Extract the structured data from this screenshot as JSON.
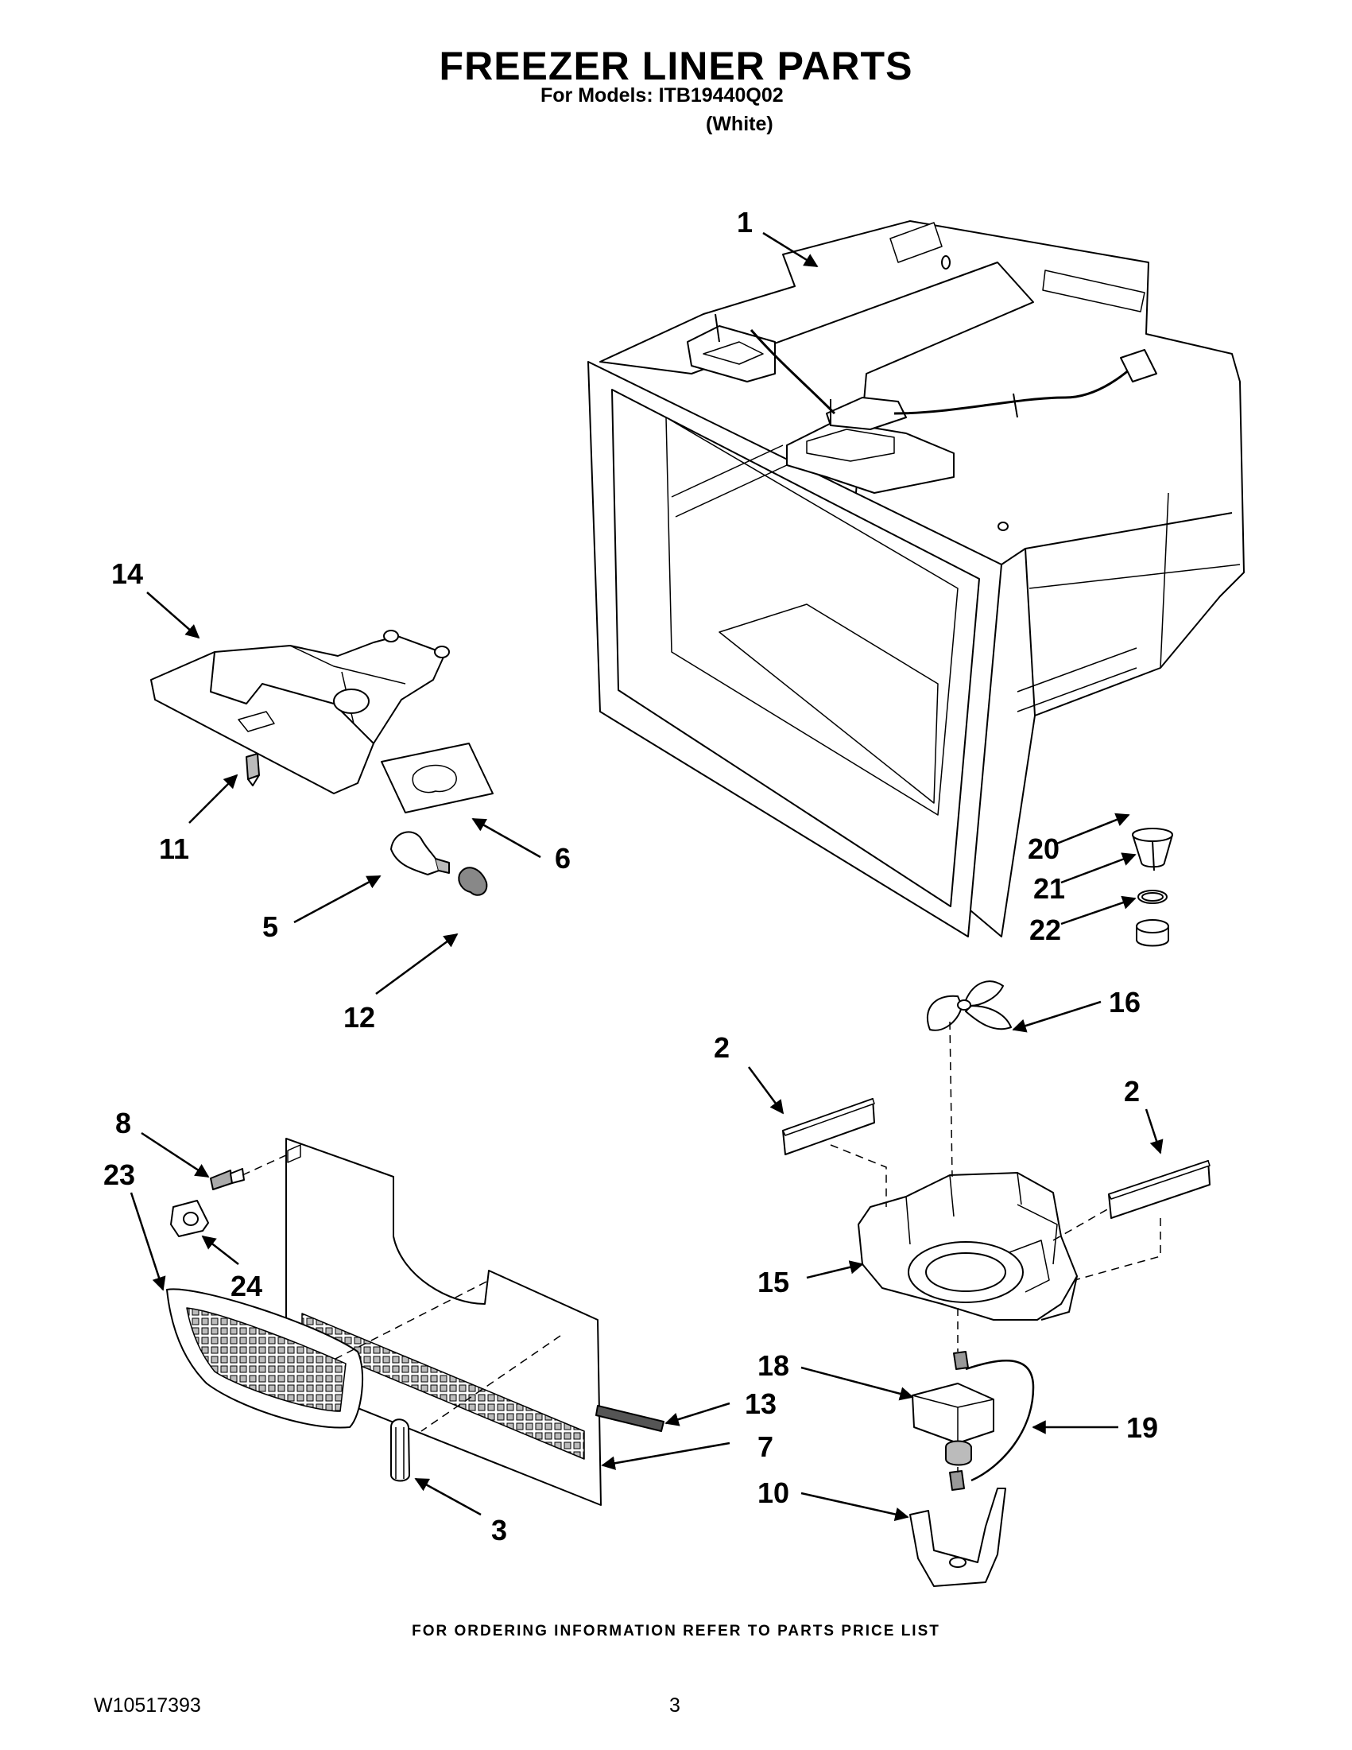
{
  "header": {
    "title": "FREEZER LINER PARTS",
    "models": "For Models: ITB19440Q02",
    "variant": "(White)"
  },
  "callouts": [
    "1",
    "2",
    "2",
    "3",
    "5",
    "6",
    "7",
    "8",
    "10",
    "11",
    "12",
    "13",
    "14",
    "15",
    "16",
    "18",
    "19",
    "20",
    "21",
    "22",
    "23",
    "24"
  ],
  "footer": {
    "ordering_note": "FOR ORDERING INFORMATION REFER TO PARTS PRICE LIST",
    "doc_number": "W10517393",
    "page_number": "3"
  }
}
